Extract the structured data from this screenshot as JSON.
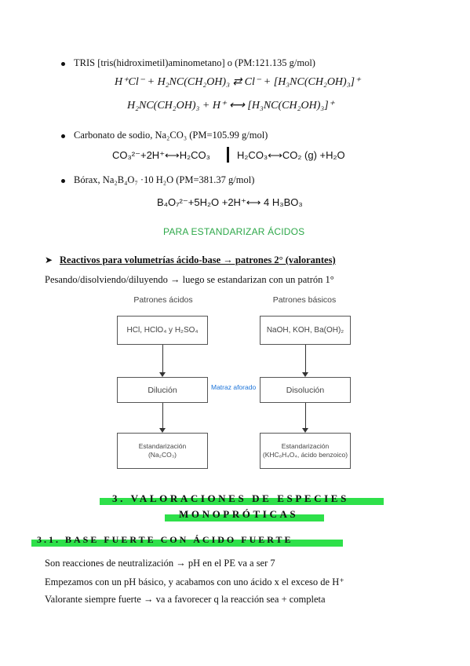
{
  "bullets": {
    "tris": "TRIS [tris(hidroximetil)aminometano] o (PM:121.135 g/mol)",
    "carbonato": "Carbonato de sodio, Na₂CO₃ (PM=105.99 g/mol)",
    "borax": "Bórax, Na₂B₄O₇ ·10 H₂O (PM=381.37 g/mol)"
  },
  "equations": {
    "tris_eq1": "H⁺Cl⁻ + H₂NC(CH₂OH)₃ ⇄ Cl⁻ + [H₃NC(CH₂OH)₃]⁺",
    "tris_eq2": "H₂NC(CH₂OH)₃ + H⁺ ⟷ [H₃NC(CH₂OH)₃]⁺",
    "carb_eq1": "CO₃²⁻+2H⁺⟷H₂CO₃",
    "carb_eq2": "H₂CO₃⟷CO₂ (g) +H₂O",
    "borax_eq": "B₄O₇²⁻+5H₂O +2H⁺⟷ 4 H₃BO₃"
  },
  "section_green": "PARA ESTANDARIZAR ÁCIDOS",
  "reactivos_heading": "Reactivos para volumetrías ácido-base → patrones 2° (valorantes)",
  "pesando_line": "Pesando/disolviendo/diluyendo → luego se estandarizan con un patrón 1°",
  "diagram": {
    "left_header": "Patrones ácidos",
    "right_header": "Patrones básicos",
    "left_box1": "HCl, HClO₄ y H₂SO₄",
    "right_box1": "NaOH, KOH, Ba(OH)₂",
    "left_box2": "Dilución",
    "right_box2": "Disolución",
    "middle_label": "Matraz aforado",
    "left_box3_line1": "Estandarización",
    "left_box3_line2": "(Na₂CO₃)",
    "right_box3_line1": "Estandarización",
    "right_box3_line2": "(KHC₈H₄O₄, ácido benzoico)",
    "label_color": "#1a73d9"
  },
  "section3": {
    "line1": "3. VALORACIONES DE ESPECIES",
    "line2": "MONOPRÓTICAS",
    "highlight_color": "#2ee04a"
  },
  "section31": "3.1. BASE FUERTE CON ÁCIDO FUERTE",
  "body_lines": {
    "l1": "Son reacciones de neutralización → pH en el PE va a ser 7",
    "l2": "Empezamos con un pH básico, y acabamos con uno ácido x el exceso de H⁺",
    "l3": "Valorante siempre fuerte → va a favorecer q la reacción sea + completa"
  }
}
